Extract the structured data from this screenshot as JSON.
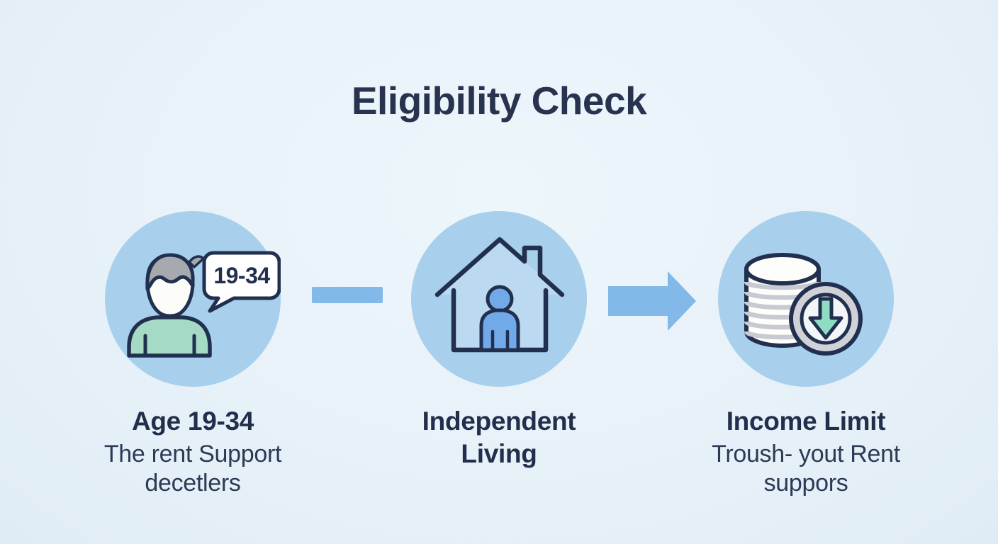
{
  "title": "Eligibility Check",
  "steps": [
    {
      "id": "age",
      "heading": "Age 19-34",
      "subtitle": "The rent Support\ndecetlers",
      "bubble_text": "19-34",
      "icon": "person-with-speech-bubble-icon"
    },
    {
      "id": "independent-living",
      "heading": "Independent\nLiving",
      "subtitle": "",
      "icon": "house-with-person-icon"
    },
    {
      "id": "income-limit",
      "heading": "Income Limit",
      "subtitle": "Troush- yout Rent\nsuppors",
      "icon": "coin-stack-download-icon"
    }
  ],
  "connectors": [
    {
      "type": "dash"
    },
    {
      "type": "arrow-right"
    }
  ],
  "colors": {
    "background": "#e8f2f9",
    "circle_fill": "#a8cfec",
    "outline_navy": "#22304f",
    "connector_blue": "#82b9e8",
    "shirt_green": "#a5dac4",
    "hair_gray": "#a6a9ad",
    "person_blue": "#72aae9",
    "coin_stripe_gray": "#c7cad0",
    "badge_ring_gray": "#d0d2d7",
    "download_arrow_green": "#8edcc4",
    "heading_text": "#222f4c",
    "body_text": "#2d3a55"
  }
}
